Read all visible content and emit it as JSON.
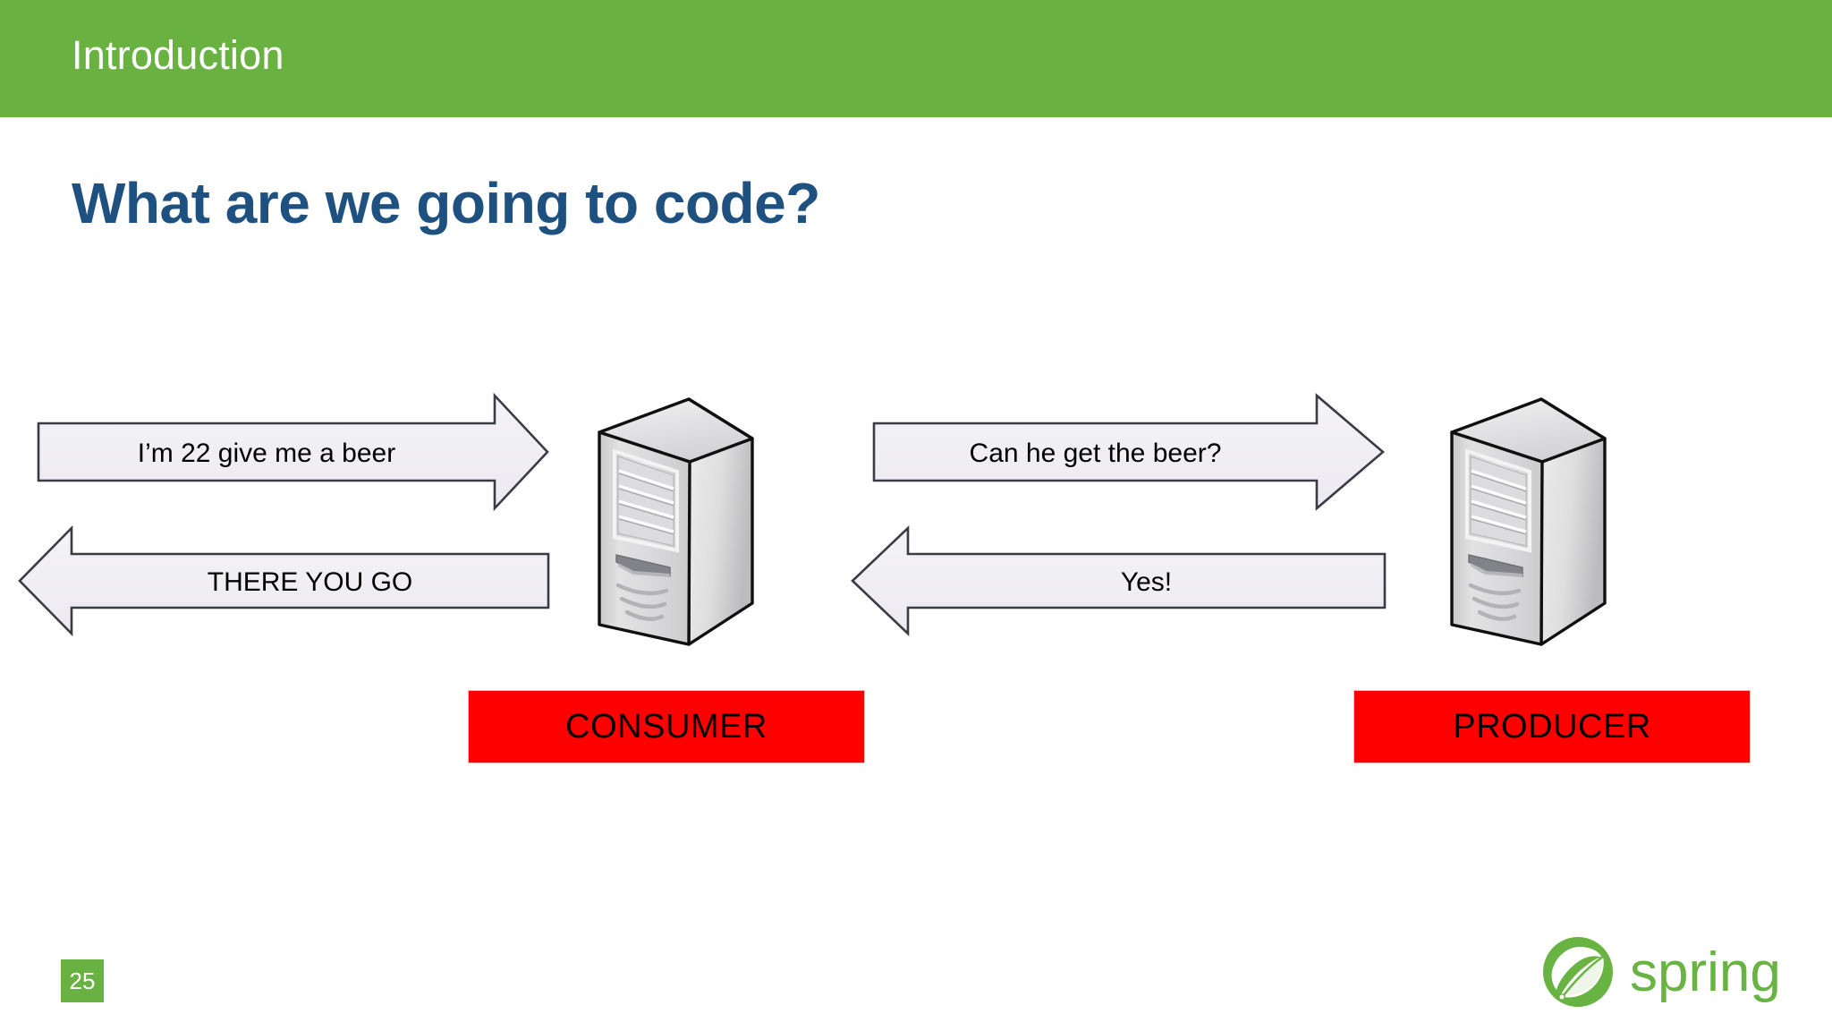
{
  "slide": {
    "header": {
      "section_label": "Introduction",
      "band_color": "#69b241"
    },
    "title": "What are we going to code?",
    "title_color": "#1f5180",
    "background_color": "#ffffff"
  },
  "diagram": {
    "type": "sequence-flow",
    "nodes": [
      {
        "id": "consumer",
        "label": "CONSUMER",
        "icon": "server-tower-icon",
        "badge_color": "#fe0000"
      },
      {
        "id": "producer",
        "label": "PRODUCER",
        "icon": "server-tower-icon",
        "badge_color": "#fe0000"
      }
    ],
    "messages": [
      {
        "id": "msg-1",
        "text": "I’m 22 give me a beer",
        "direction": "right",
        "lane": "top",
        "side": "left"
      },
      {
        "id": "msg-2",
        "text": "THERE YOU GO",
        "direction": "left",
        "lane": "bottom",
        "side": "left"
      },
      {
        "id": "msg-3",
        "text": "Can he get the beer?",
        "direction": "right",
        "lane": "top",
        "side": "right"
      },
      {
        "id": "msg-4",
        "text": "Yes!",
        "direction": "left",
        "lane": "bottom",
        "side": "right"
      }
    ],
    "arrow_fill": "#f0eff3",
    "arrow_stroke": "#3b3b46"
  },
  "footer": {
    "page_number": "25",
    "page_badge_color": "#69b241",
    "brand": {
      "wordmark": "spring",
      "color": "#68b342",
      "icon": "spring-leaf-icon"
    }
  }
}
